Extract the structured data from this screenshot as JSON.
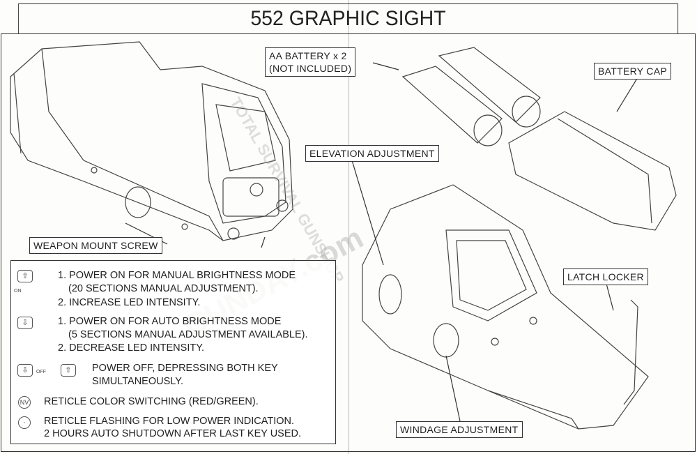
{
  "title": "552 GRAPHIC SIGHT",
  "labels": {
    "battery": [
      "AA BATTERY x 2",
      "(NOT INCLUDED)"
    ],
    "battery_cap": "BATTERY CAP",
    "elevation": "ELEVATION ADJUSTMENT",
    "mount_screw": "WEAPON MOUNT SCREW",
    "latch": "LATCH LOCKER",
    "windage": "WINDAGE ADJUSTMENT"
  },
  "legend": [
    {
      "icon": "up-key-icon",
      "tag": "ON",
      "lines": [
        "1. POWER ON FOR MANUAL BRIGHTNESS MODE",
        "(20 SECTIONS MANUAL ADJUSTMENT).",
        "2. INCREASE LED INTENSITY."
      ]
    },
    {
      "icon": "down-key-icon",
      "lines": [
        "1. POWER ON FOR AUTO BRIGHTNESS MODE",
        "(5 SECTIONS MANUAL ADJUSTMENT AVAILABLE).",
        "2. DECREASE LED INTENSITY."
      ]
    },
    {
      "icon": "both-keys-icon",
      "tag": "OFF",
      "lines": [
        "POWER OFF, DEPRESSING BOTH KEY",
        "SIMULTANEOUSLY."
      ]
    },
    {
      "icon": "nv-button-icon",
      "symbol": "NV",
      "lines": [
        "RETICLE COLOR SWITCHING (RED/GREEN)."
      ]
    },
    {
      "icon": "reticle-icon",
      "lines": [
        "RETICLE FLASHING FOR LOW POWER INDICATION.",
        "2 HOURS AUTO SHUTDOWN AFTER LAST KEY USED."
      ]
    }
  ],
  "key_glyphs": {
    "up": "⇧",
    "down": "⇩"
  },
  "watermark": [
    "TOTAL SURVIVAL GUNSHOP",
    "GUNDAY.com"
  ]
}
